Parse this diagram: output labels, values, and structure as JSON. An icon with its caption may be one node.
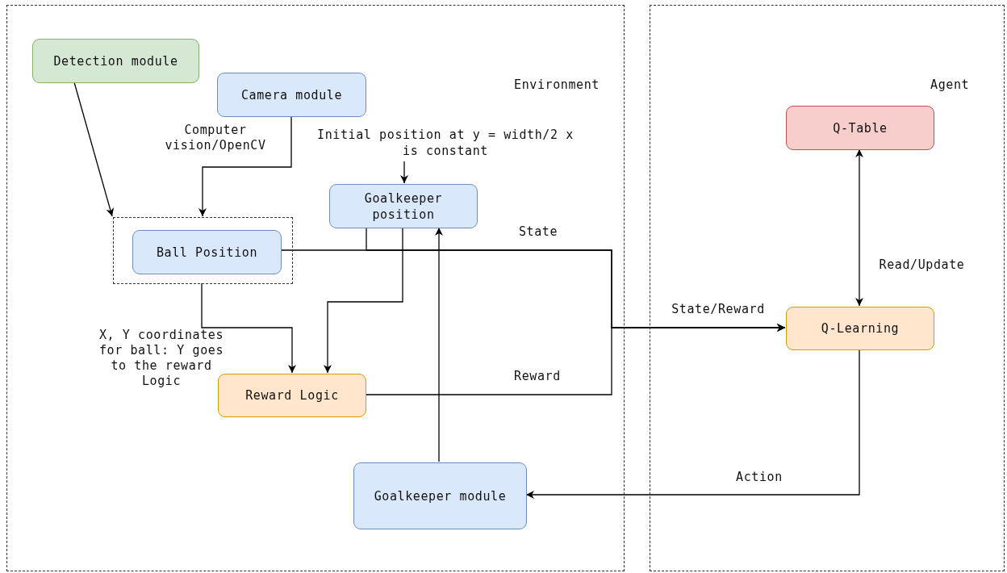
{
  "diagram": {
    "nodes": [
      {
        "text": [
          "Environment"
        ]
      },
      {
        "text": [
          "Agent"
        ]
      },
      {
        "text": [
          "Detection module"
        ],
        "in": 0
      },
      {
        "text": [
          "Camera module"
        ],
        "in": 0
      },
      {
        "text": [],
        "shape": "box",
        "in": 0
      },
      {
        "text": [
          "Ball Position"
        ],
        "in": 4
      },
      {
        "text": [
          "Initial position at y = width/2 x is constant"
        ],
        "in": 0
      },
      {
        "text": [
          "Goalkeeper position"
        ],
        "in": 0
      },
      {
        "text": [
          "Reward Logic"
        ],
        "in": 0
      },
      {
        "text": [
          "Goalkeeper module"
        ],
        "in": 0
      },
      {
        "text": [
          "Q-Table"
        ],
        "in": 1
      },
      {
        "text": [
          "Q-Learning"
        ],
        "in": 1
      }
    ],
    "edges": [
      {
        "from": 2,
        "to": 4,
        "arrow": "to"
      },
      {
        "from": 3,
        "to": 4,
        "arrow": "to",
        "label": "Computer vision/OpenCV"
      },
      {
        "from": 6,
        "to": 7,
        "arrow": "to"
      },
      {
        "from": 5,
        "to": 11,
        "arrow": "to",
        "label": "State"
      },
      {
        "from": 7,
        "to": 11,
        "arrow": "to"
      },
      {
        "from": 8,
        "to": 11,
        "arrow": "to",
        "label": "Reward"
      },
      {
        "from": 4,
        "to": 8,
        "arrow": "to",
        "label": "X, Y coordinates for ball: Y goes to the reward Logic"
      },
      {
        "from": 7,
        "to": 8,
        "arrow": "to"
      },
      {
        "from": 9,
        "to": 7,
        "arrow": "to"
      },
      {
        "from": 10,
        "to": 11,
        "arrow": "both",
        "label": "Read/Update"
      },
      {
        "from": 11,
        "to": 9,
        "arrow": "to",
        "label": "Action"
      }
    ],
    "labels": [
      "State/Reward"
    ]
  }
}
